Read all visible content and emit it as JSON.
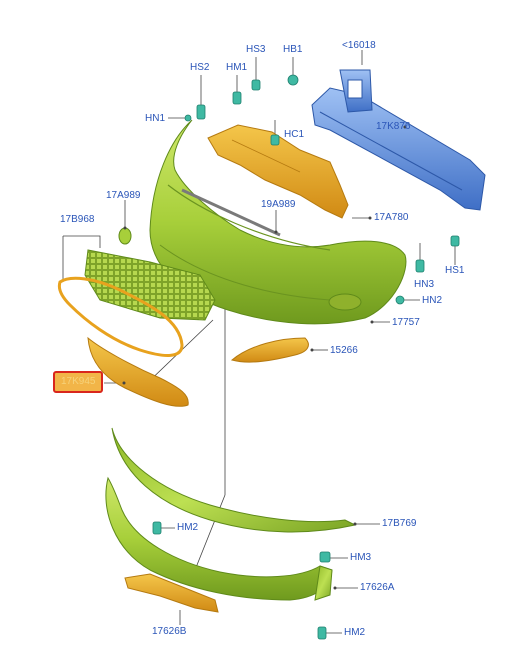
{
  "labels": {
    "hs2": "HS2",
    "hm1": "HM1",
    "hs3": "HS3",
    "hb1": "HB1",
    "p16018": "<16018",
    "hn1": "HN1",
    "hc1": "HC1",
    "p17k876": "17K876",
    "p17a989": "17A989",
    "p19a989": "19A989",
    "p17a780": "17A780",
    "p17b968": "17B968",
    "hn3": "HN3",
    "hs1": "HS1",
    "hn2": "HN2",
    "p17757": "17757",
    "p15266": "15266",
    "p17k945": "17K945",
    "p17b769": "17B769",
    "hm2_upper": "HM2",
    "hm3": "HM3",
    "p17626a": "17626A",
    "p17626b": "17626B",
    "hm2_lower": "HM2"
  },
  "highlight": {
    "part": "17K945",
    "border_color": "#d9261c",
    "fill_color": "#f2b548"
  },
  "colors": {
    "bumper_green": "#a7cf3a",
    "bracket_orange": "#e8a21e",
    "reinforcement_blue": "#5c8fe0",
    "fastener_teal": "#3fb9a3",
    "label_blue": "#2a55b8"
  }
}
